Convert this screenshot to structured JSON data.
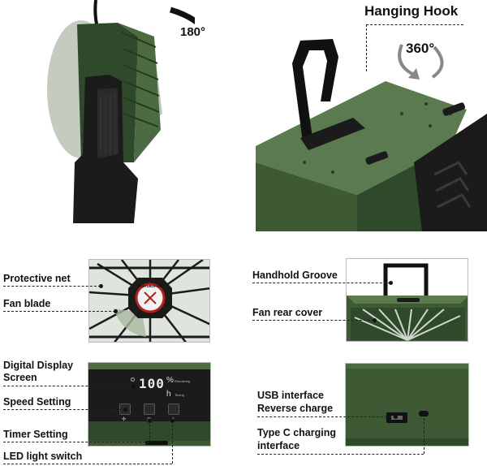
{
  "top": {
    "rotation_label": "180°",
    "hook_title": "Hanging Hook",
    "hook_rotation_label": "360°"
  },
  "fan_face": {
    "badge_text": "PORTABLE FAN",
    "labels": {
      "protective_net": "Protective net",
      "fan_blade": "Fan blade",
      "handhold_groove": "Handhold Groove",
      "fan_rear_cover": "Fan rear cover"
    }
  },
  "control_panel": {
    "display_value": "100",
    "percent_sign": "%",
    "hour_sign": "h",
    "remaining_label": "Remaining",
    "timing_label": "Timing",
    "labels": {
      "digital_display_line1": "Digital Display",
      "digital_display_line2": "Screen",
      "speed_setting": "Speed Setting",
      "timer_setting": "Timer Setting",
      "led_light_switch": "LED light switch"
    }
  },
  "ports": {
    "labels": {
      "usb_line1": "USB interface",
      "usb_line2": "Reverse charge",
      "typec_line1": "Type C charging",
      "typec_line2": "interface"
    }
  },
  "colors": {
    "fan_green": "#2f4a2a",
    "fan_green_light": "#4d6b43",
    "dark_plastic": "#1b1b1b",
    "panel_green": "#3e5a35"
  }
}
